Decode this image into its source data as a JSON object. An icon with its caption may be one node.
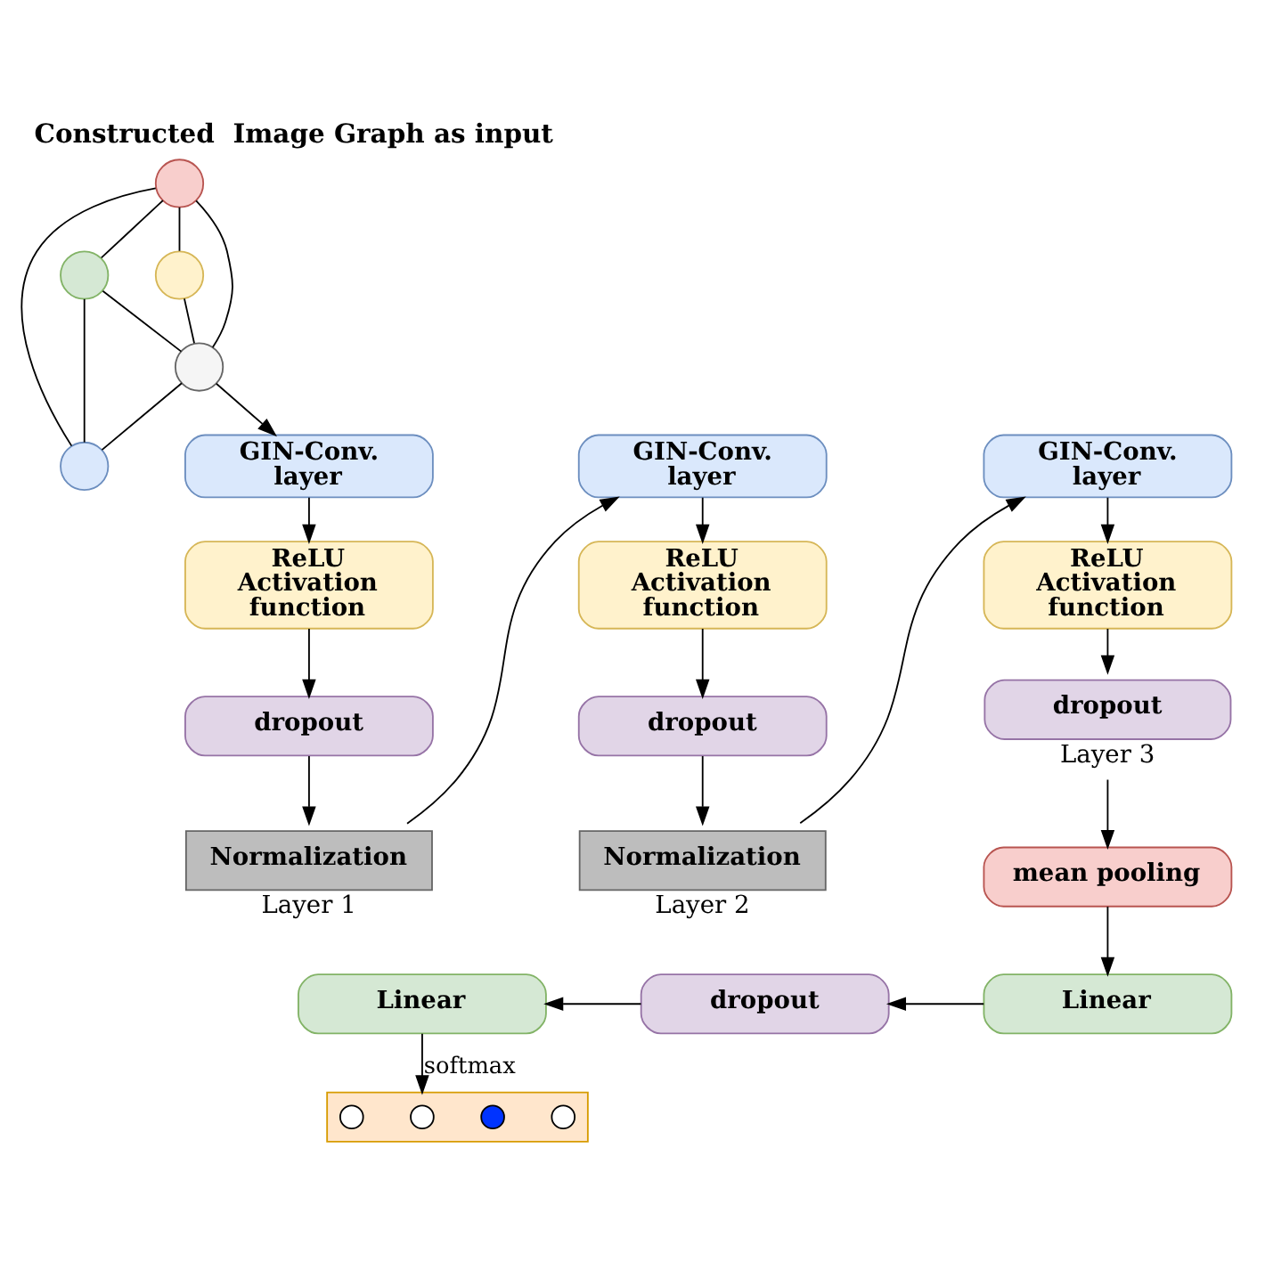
{
  "diagram": {
    "title": "Constructed  Image Graph as input",
    "nodes": [
      {
        "text": [],
        "shape": "circle"
      },
      {
        "text": [],
        "shape": "circle"
      },
      {
        "text": [],
        "shape": "circle"
      },
      {
        "text": [],
        "shape": "circle"
      },
      {
        "text": [],
        "shape": "circle"
      },
      {
        "text": [
          "GIN-Conv. layer"
        ]
      },
      {
        "text": [
          "ReLU Activation function"
        ]
      },
      {
        "text": [
          "dropout"
        ]
      },
      {
        "text": [
          "Normalization"
        ],
        "beside": [
          "Layer 1"
        ]
      },
      {
        "text": [
          "GIN-Conv. layer"
        ]
      },
      {
        "text": [
          "ReLU Activation function"
        ]
      },
      {
        "text": [
          "dropout"
        ]
      },
      {
        "text": [
          "Normalization"
        ],
        "beside": [
          "Layer 2"
        ]
      },
      {
        "text": [
          "GIN-Conv. layer"
        ]
      },
      {
        "text": [
          "ReLU Activation function"
        ]
      },
      {
        "text": [
          "dropout"
        ],
        "beside": [
          "Layer 3"
        ]
      },
      {
        "text": [
          "mean pooling"
        ]
      },
      {
        "text": [
          "Linear"
        ]
      },
      {
        "text": [
          "dropout"
        ]
      },
      {
        "text": [
          "Linear"
        ]
      },
      {
        "text": [],
        "shape": "box"
      },
      {
        "text": [],
        "shape": "circle",
        "in": 20
      },
      {
        "text": [],
        "shape": "circle",
        "in": 20
      },
      {
        "text": [],
        "shape": "circle",
        "in": 20
      },
      {
        "text": [],
        "shape": "circle",
        "in": 20
      }
    ],
    "edges": [
      {
        "from": 1,
        "to": 3,
        "arrow": "none"
      },
      {
        "from": 1,
        "to": 0,
        "arrow": "none"
      },
      {
        "from": 1,
        "to": 2,
        "arrow": "none"
      },
      {
        "from": 1,
        "to": 4,
        "arrow": "none"
      },
      {
        "from": 3,
        "to": 2,
        "arrow": "none"
      },
      {
        "from": 3,
        "to": 4,
        "arrow": "none"
      },
      {
        "from": 0,
        "to": 2,
        "arrow": "none"
      },
      {
        "from": 2,
        "to": 4,
        "arrow": "none"
      },
      {
        "from": 2,
        "to": 5,
        "arrow": "to"
      },
      {
        "from": 5,
        "to": 6,
        "arrow": "to"
      },
      {
        "from": 6,
        "to": 7,
        "arrow": "to"
      },
      {
        "from": 7,
        "to": 8,
        "arrow": "to"
      },
      {
        "from": 8,
        "to": 9,
        "arrow": "to"
      },
      {
        "from": 9,
        "to": 10,
        "arrow": "to"
      },
      {
        "from": 10,
        "to": 11,
        "arrow": "to"
      },
      {
        "from": 11,
        "to": 12,
        "arrow": "to"
      },
      {
        "from": 12,
        "to": 13,
        "arrow": "to"
      },
      {
        "from": 13,
        "to": 14,
        "arrow": "to"
      },
      {
        "from": 14,
        "to": 15,
        "arrow": "to"
      },
      {
        "from": 15,
        "to": 16,
        "arrow": "to"
      },
      {
        "from": 16,
        "to": 17,
        "arrow": "to"
      },
      {
        "from": 17,
        "to": 18,
        "arrow": "to"
      },
      {
        "from": 18,
        "to": 19,
        "arrow": "to"
      },
      {
        "from": 19,
        "to": 20,
        "arrow": "to",
        "label": "softmax"
      }
    ]
  }
}
